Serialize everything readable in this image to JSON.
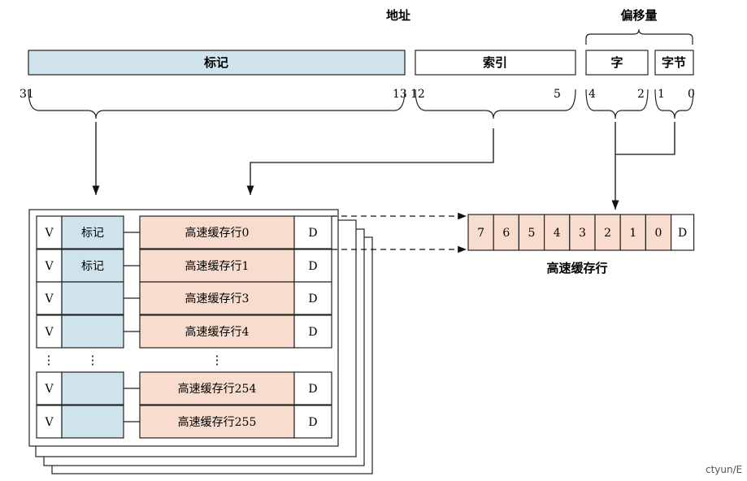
{
  "address": {
    "title": "地址",
    "offset_title": "偏移量",
    "tag_field": "标记",
    "index_field": "索引",
    "word_field": "字",
    "byte_field": "字节",
    "bits": {
      "tag_high": "31",
      "tag_low": "13",
      "index_high": "12",
      "index_low": "5",
      "word_high": "4",
      "word_low": "2",
      "byte_high": "1",
      "byte_low": "0"
    }
  },
  "cache": {
    "valid_label": "V",
    "dirty_label": "D",
    "tag_label": "标记",
    "rows": [
      {
        "line": "高速缓存行0",
        "has_tag": true
      },
      {
        "line": "高速缓存行1",
        "has_tag": true
      },
      {
        "line": "高速缓存行3",
        "has_tag": false
      },
      {
        "line": "高速缓存行4",
        "has_tag": false
      },
      {
        "line": "高速缓存行254",
        "has_tag": false
      },
      {
        "line": "高速缓存行255",
        "has_tag": false
      }
    ],
    "ellipsis": "⋮"
  },
  "cache_line": {
    "cells": [
      "7",
      "6",
      "5",
      "4",
      "3",
      "2",
      "1",
      "0"
    ],
    "dirty": "D",
    "caption": "高速缓存行"
  },
  "watermark": "ctyun/E",
  "colors": {
    "tag_fill": "#cfe3ec",
    "line_fill": "#f8ddcf",
    "stroke": "#222222"
  }
}
